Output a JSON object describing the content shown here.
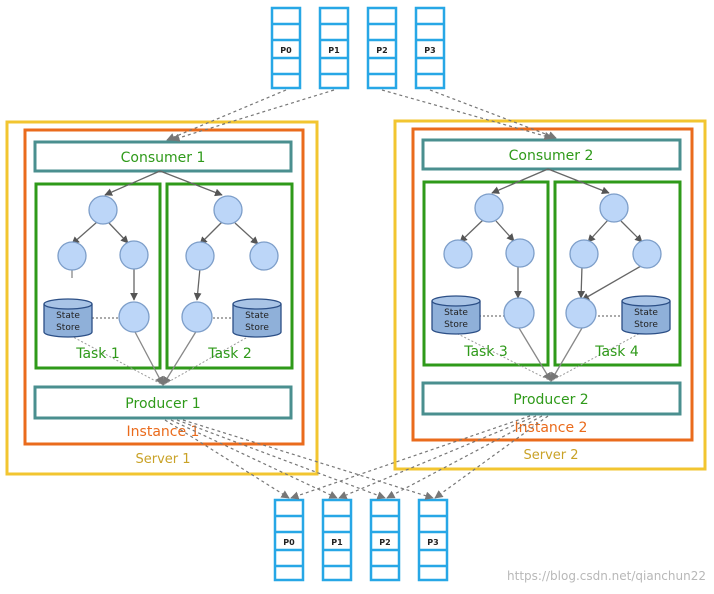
{
  "colors": {
    "partition": "#27a7e6",
    "server": "#f2c530",
    "instance": "#ea6b1c",
    "task": "#2f9a1a",
    "client_box": "#4a8f8f",
    "node_fill": "#bcd6f8",
    "node_stroke": "#7d9ec9",
    "store_fill": "#8fb0d9"
  },
  "input_partitions": [
    "P0",
    "P1",
    "P2",
    "P3"
  ],
  "output_partitions": [
    "P0",
    "P1",
    "P2",
    "P3"
  ],
  "servers": [
    {
      "label": "Server 1",
      "instance_label": "Instance 1",
      "consumer_label": "Consumer 1",
      "producer_label": "Producer 1",
      "tasks": [
        {
          "label": "Task 1",
          "store_line1": "State",
          "store_line2": "Store"
        },
        {
          "label": "Task 2",
          "store_line1": "State",
          "store_line2": "Store"
        }
      ]
    },
    {
      "label": "Server 2",
      "instance_label": "Instance 2",
      "consumer_label": "Consumer 2",
      "producer_label": "Producer 2",
      "tasks": [
        {
          "label": "Task 3",
          "store_line1": "State",
          "store_line2": "Store"
        },
        {
          "label": "Task 4",
          "store_line1": "State",
          "store_line2": "Store"
        }
      ]
    }
  ],
  "watermark": "https://blog.csdn.net/qianchun22"
}
